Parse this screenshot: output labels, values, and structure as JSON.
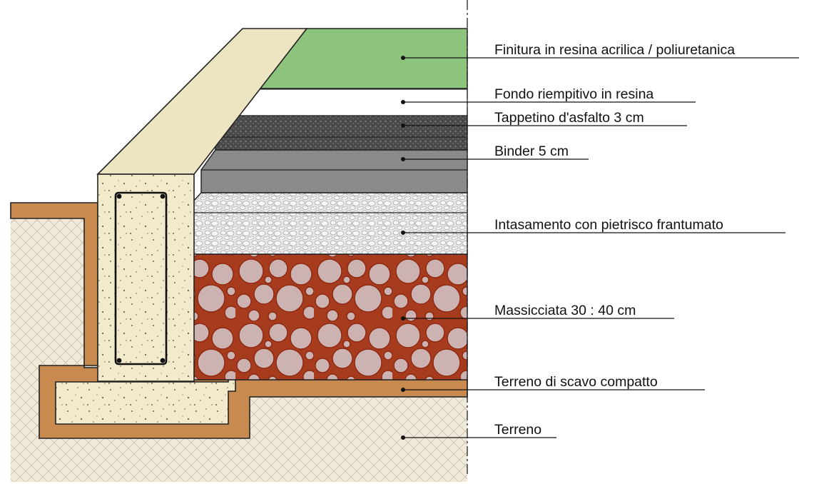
{
  "labels": {
    "finitura": "Finitura in resina acrilica / poliuretanica",
    "fondo": "Fondo riempitivo in resina",
    "tappetino": "Tappetino d'asfalto 3 cm",
    "binder": "Binder 5 cm",
    "intasamento": "Intasamento con pietrisco frantumato",
    "massicciata": "Massicciata 30 : 40 cm",
    "terreno_scavo": "Terreno di scavo compatto",
    "terreno": "Terreno"
  },
  "colors": {
    "resin_finish": "#8cc47e",
    "resin_fill": "#ffffff",
    "asphalt": "#4a4a4a",
    "binder": "#8a8a8a",
    "gravel": "#e6e6e6",
    "ballast_fill": "#cfb3b3",
    "ballast_outline": "#a33216",
    "compacted_soil": "#c98a4f",
    "ground": "#f1eadb",
    "concrete": "#f0e9c9",
    "concrete_cap": "#ede4c2"
  }
}
